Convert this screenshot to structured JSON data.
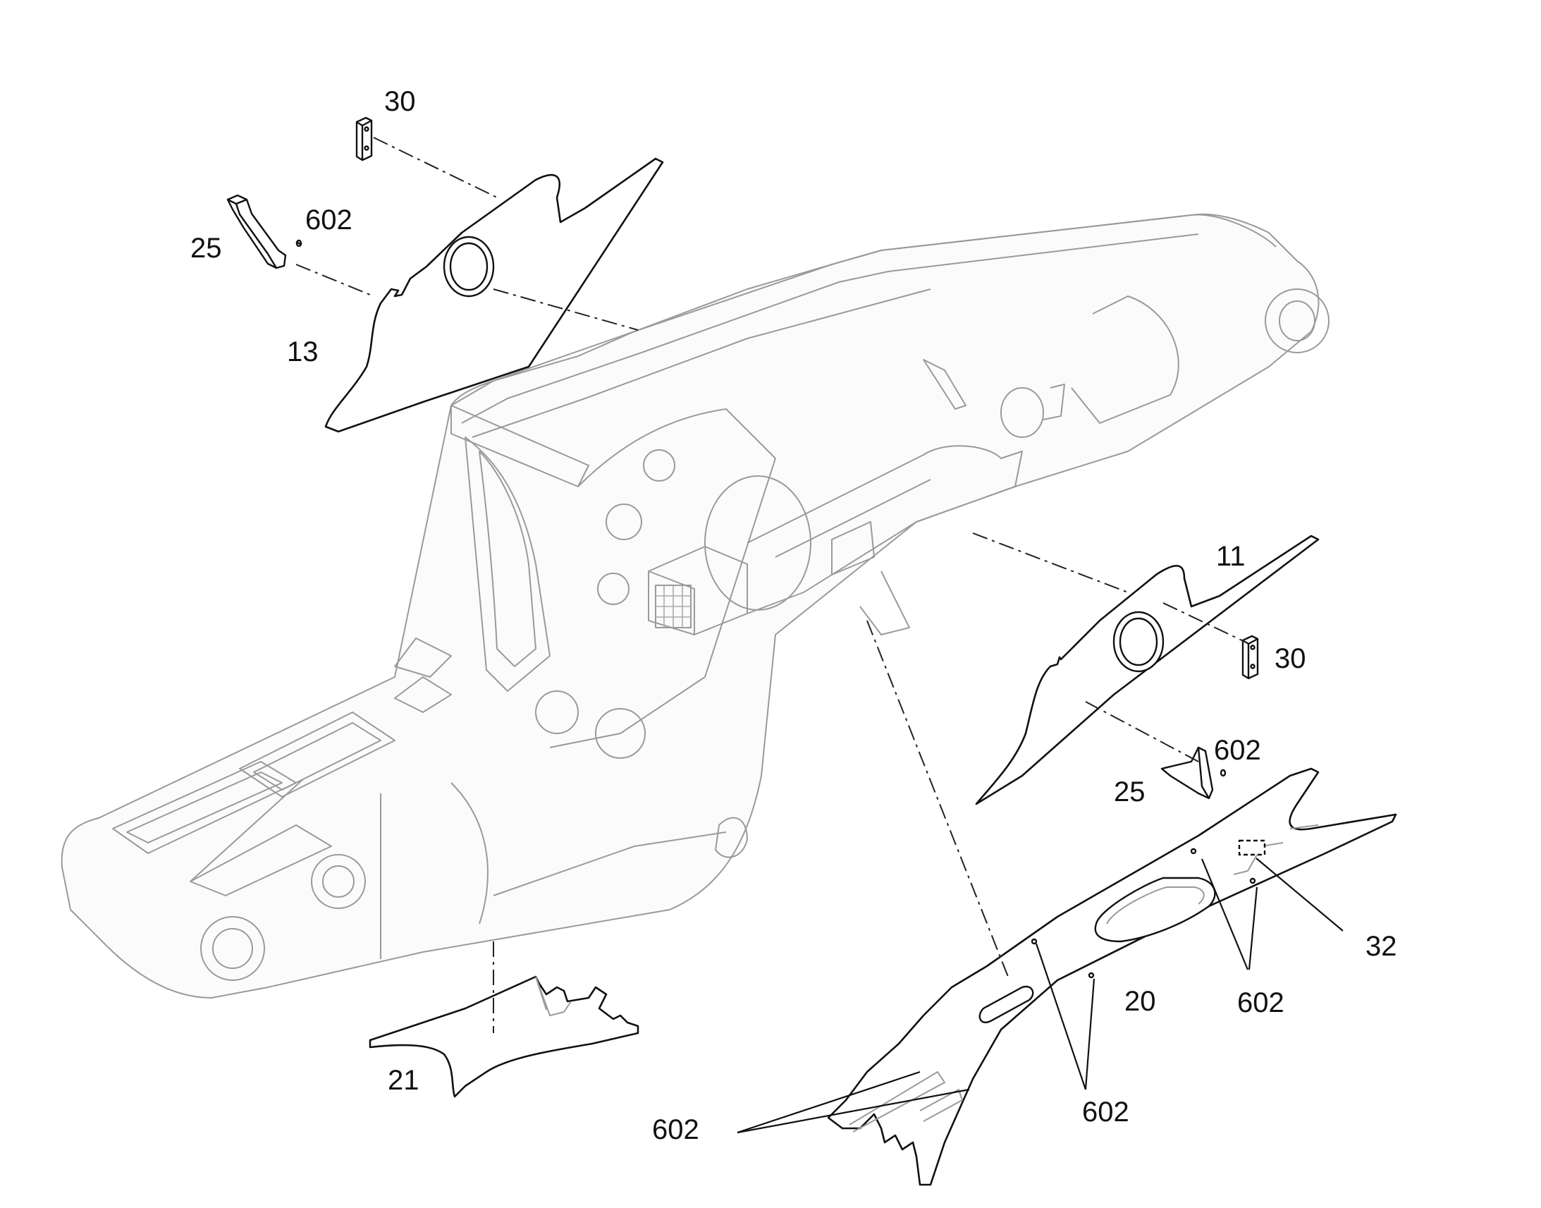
{
  "callouts": {
    "c30_top": "30",
    "c602_top": "602",
    "c25_top": "25",
    "c13": "13",
    "c11": "11",
    "c30_right": "30",
    "c602_right": "602",
    "c25_right": "25",
    "c32": "32",
    "c20": "20",
    "c602_mid": "602",
    "c21": "21",
    "c602_bottom_center": "602",
    "c602_bottom_left": "602"
  }
}
